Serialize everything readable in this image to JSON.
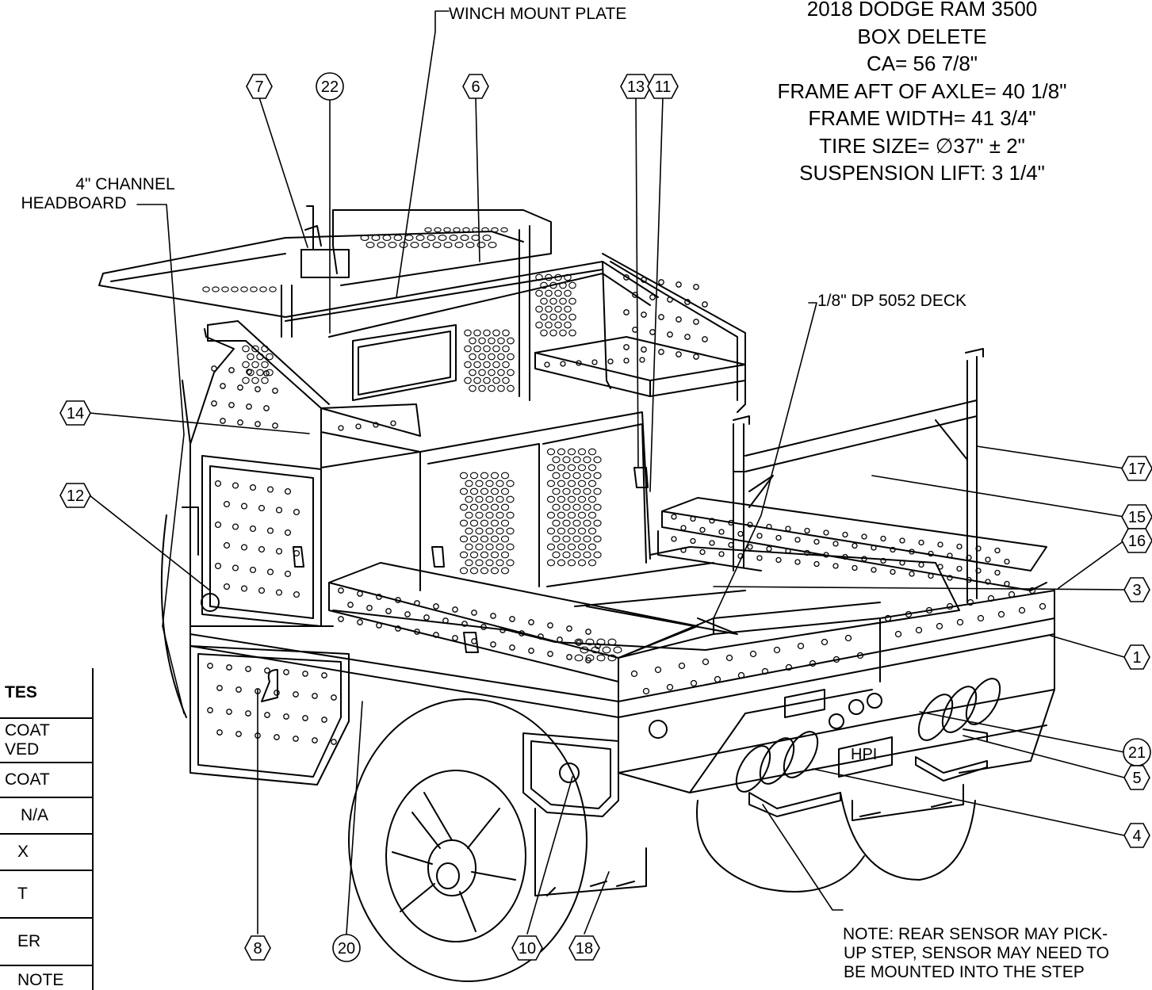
{
  "spec_block": {
    "lines": [
      "2018 DODGE RAM 3500",
      "BOX DELETE",
      "CA= 56 7/8\"",
      "FRAME AFT OF AXLE= 40 1/8\"",
      "FRAME WIDTH= 41 3/4\"",
      "TIRE SIZE= ∅37\" ± 2\"",
      "SUSPENSION LIFT: 3 1/4\""
    ]
  },
  "callouts": {
    "winch_mount_plate": "WINCH MOUNT PLATE",
    "channel_headboard_1": "4\" CHANNEL",
    "channel_headboard_2": "HEADBOARD",
    "deck": "1/8\" DP 5052 DECK",
    "note_1": "NOTE: REAR SENSOR MAY PICK-",
    "note_2": "UP STEP, SENSOR MAY NEED TO",
    "note_3": "BE MOUNTED INTO THE STEP"
  },
  "balloons": {
    "b7": "7",
    "b22": "22",
    "b6": "6",
    "b13": "13",
    "b11": "11",
    "b14": "14",
    "b12": "12",
    "b17": "17",
    "b15": "15",
    "b16": "16",
    "b3": "3",
    "b1": "1",
    "b21": "21",
    "b5": "5",
    "b4": "4",
    "b8": "8",
    "b20": "20",
    "b10": "10",
    "b18": "18"
  },
  "plate_text": "HPI",
  "notes_table": {
    "rows": [
      "TES",
      "COAT",
      "VED",
      "COAT",
      "N/A",
      "X",
      "T",
      "ER",
      "NOTE"
    ]
  }
}
